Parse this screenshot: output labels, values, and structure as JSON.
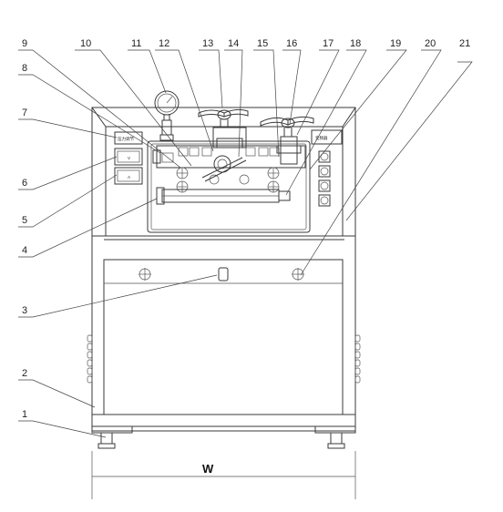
{
  "diagram": {
    "labels": [
      "1",
      "2",
      "3",
      "4",
      "5",
      "6",
      "7",
      "8",
      "9",
      "10",
      "11",
      "12",
      "13",
      "14",
      "15",
      "16",
      "17",
      "18",
      "19",
      "20",
      "21"
    ],
    "panel_text_left": "压力调节",
    "panel_text_right": "变频器",
    "gauge_v": "V",
    "gauge_a": "A",
    "dimension_label": "W"
  }
}
